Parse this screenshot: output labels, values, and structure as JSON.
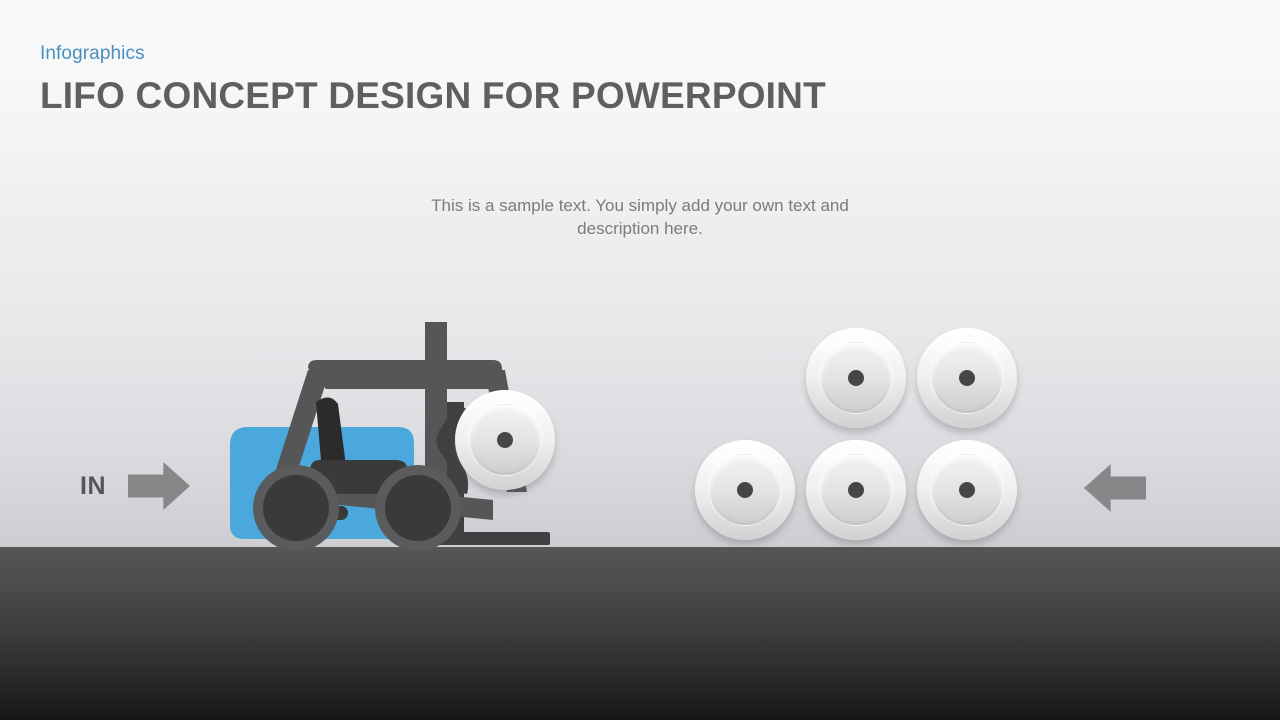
{
  "slide": {
    "kicker": "Infographics",
    "title": "LIFO CONCEPT DESIGN FOR POWERPOINT",
    "body_text": "This is a sample text. You simply add your own text and description here."
  },
  "flow": {
    "in_label": "IN",
    "in_arrow_icon": "arrow-right-icon",
    "out_arrow_icon": "arrow-left-icon"
  },
  "illustration": {
    "forklift_icon": "forklift-icon",
    "carried_disc_icon": "disc-icon",
    "stack_discs": [
      {
        "id": "disc-top-1",
        "icon": "disc-icon"
      },
      {
        "id": "disc-top-2",
        "icon": "disc-icon"
      },
      {
        "id": "disc-bottom-1",
        "icon": "disc-icon"
      },
      {
        "id": "disc-bottom-2",
        "icon": "disc-icon"
      },
      {
        "id": "disc-bottom-3",
        "icon": "disc-icon"
      }
    ]
  },
  "colors": {
    "kicker": "#4a8fc0",
    "title": "#5f5f5f",
    "body_text": "#7b7b7b",
    "forklift_body": "#4ba8dd",
    "forklift_frame": "#555658",
    "tire": "#3a3a3a",
    "arrow": "#868789",
    "floor_top": "#565656",
    "floor_bottom": "#161616"
  }
}
